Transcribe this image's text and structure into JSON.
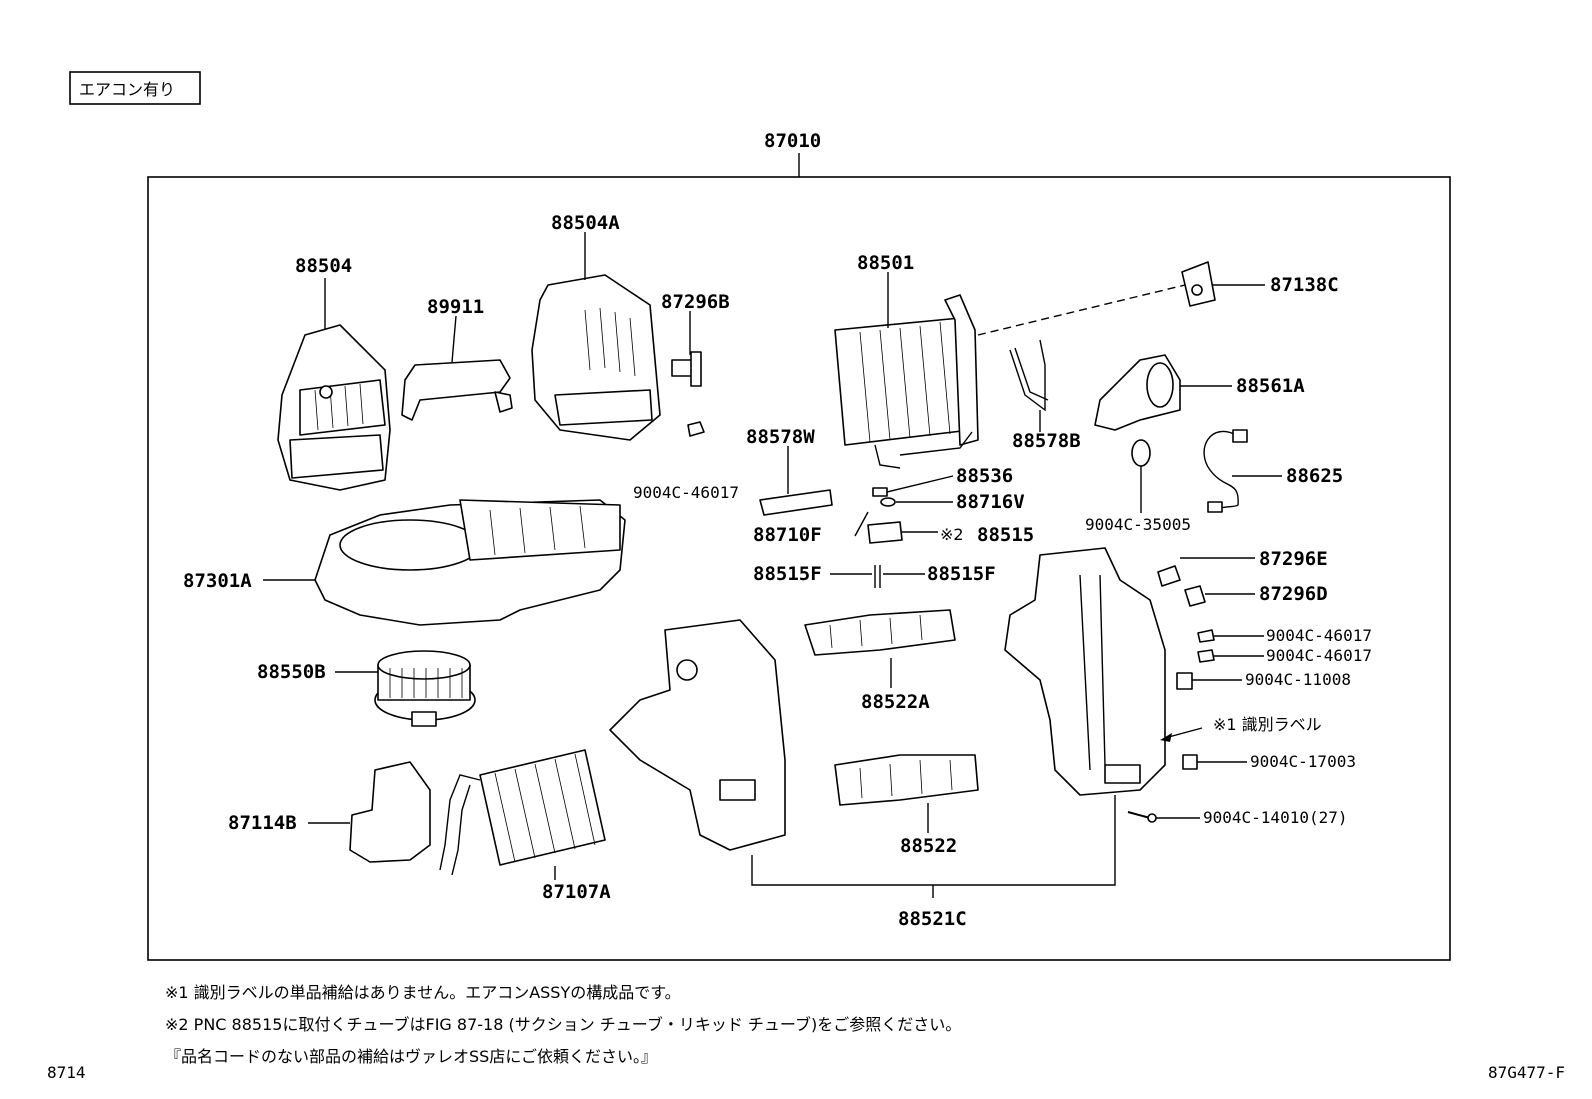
{
  "header_tag": "エアコン有り",
  "assembly": "87010",
  "sub_assembly": "88521C",
  "parts": {
    "p88504": "88504",
    "p89911": "89911",
    "p88504A": "88504A",
    "p87296B": "87296B",
    "p9004C_46017_a": "9004C-46017",
    "p88501": "88501",
    "p87138C": "87138C",
    "p88561A": "88561A",
    "p88578W": "88578W",
    "p88578B": "88578B",
    "p88625": "88625",
    "p9004C_35005": "9004C-35005",
    "p88536": "88536",
    "p88716V": "88716V",
    "p88710F": "88710F",
    "p88515_note": "※2",
    "p88515": "88515",
    "p88515F_l": "88515F",
    "p88515F_r": "88515F",
    "p87301A": "87301A",
    "p87296E": "87296E",
    "p87296D": "87296D",
    "p9004C_46017_b": "9004C-46017",
    "p9004C_46017_c": "9004C-46017",
    "p9004C_11008": "9004C-11008",
    "p88550B": "88550B",
    "p88522A": "88522A",
    "p_ident_label": "※1 識別ラベル",
    "p9004C_17003": "9004C-17003",
    "p9004C_14010": "9004C-14010(27)",
    "p87114B": "87114B",
    "p88522": "88522",
    "p87107A": "87107A"
  },
  "notes": [
    "※1  識別ラベルの単品補給はありません。エアコンASSYの構成品です。",
    "※2  PNC 88515に取付くチューブはFIG 87-18 (サクション チューブ・リキッド チューブ)をご参照ください。",
    "『品名コードのない部品の補給はヴァレオSS店にご依頼ください。』"
  ],
  "page_number": "8714",
  "figure_code": "87G477-F"
}
